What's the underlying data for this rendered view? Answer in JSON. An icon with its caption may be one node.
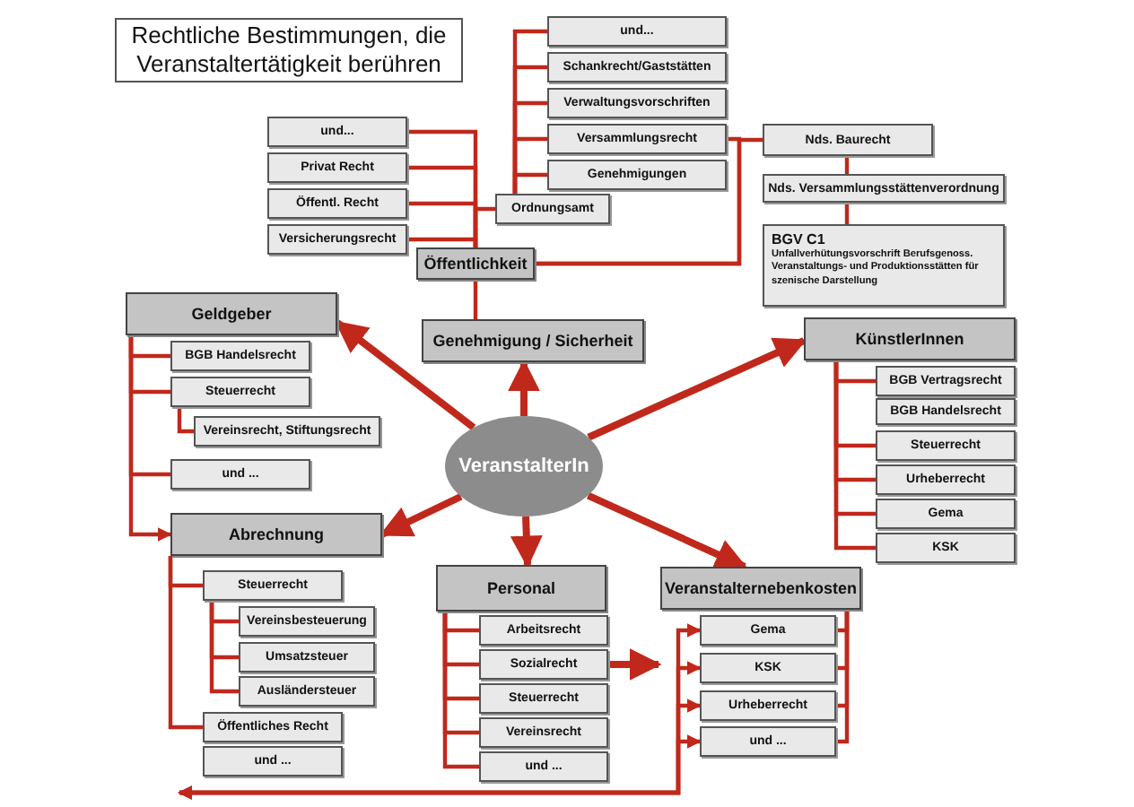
{
  "diagram": {
    "nodes": [
      {
        "text": [
          "Rechtliche Bestimmungen, die Veranstaltertätigkeit berühren"
        ]
      },
      {
        "text": [
          "und..."
        ]
      },
      {
        "text": [
          "Schankrecht/Gaststätten"
        ]
      },
      {
        "text": [
          "Verwaltungsvorschriften"
        ]
      },
      {
        "text": [
          "Versammlungsrecht"
        ]
      },
      {
        "text": [
          "Genehmigungen"
        ]
      },
      {
        "text": [
          "Ordnungsamt"
        ]
      },
      {
        "text": [
          "und..."
        ]
      },
      {
        "text": [
          "Privat Recht"
        ]
      },
      {
        "text": [
          "Öffentl. Recht"
        ]
      },
      {
        "text": [
          "Versicherungsrecht"
        ]
      },
      {
        "text": [
          "Öffentlichkeit"
        ]
      },
      {
        "text": [
          "Nds. Baurecht"
        ]
      },
      {
        "text": [
          "Nds. Versammlungsstättenverordnung"
        ]
      },
      {
        "text": [
          "BGV C1",
          "Unfallverhütungsvorschrift Berufsgenoss. Veranstaltungs- und Produktionsstätten für szenische Darstellung"
        ]
      },
      {
        "text": [
          "Genehmigung / Sicherheit"
        ]
      },
      {
        "text": [
          "VeranstalterIn"
        ]
      },
      {
        "text": [
          "Geldgeber"
        ]
      },
      {
        "text": [
          "BGB Handelsrecht"
        ]
      },
      {
        "text": [
          "Steuerrecht"
        ]
      },
      {
        "text": [
          "Vereinsrecht, Stiftungsrecht"
        ]
      },
      {
        "text": [
          "und ..."
        ]
      },
      {
        "text": [
          "KünstlerInnen"
        ]
      },
      {
        "text": [
          "BGB Vertragsrecht"
        ]
      },
      {
        "text": [
          "BGB Handelsrecht"
        ]
      },
      {
        "text": [
          "Steuerrecht"
        ]
      },
      {
        "text": [
          "Urheberrecht"
        ]
      },
      {
        "text": [
          "Gema"
        ]
      },
      {
        "text": [
          "KSK"
        ]
      },
      {
        "text": [
          "Abrechnung"
        ]
      },
      {
        "text": [
          "Steuerrecht"
        ]
      },
      {
        "text": [
          "Vereinsbesteuerung"
        ]
      },
      {
        "text": [
          "Umsatzsteuer"
        ]
      },
      {
        "text": [
          "Ausländersteuer"
        ]
      },
      {
        "text": [
          "Öffentliches Recht"
        ]
      },
      {
        "text": [
          "und ..."
        ]
      },
      {
        "text": [
          "Personal"
        ]
      },
      {
        "text": [
          "Arbeitsrecht"
        ]
      },
      {
        "text": [
          "Sozialrecht"
        ]
      },
      {
        "text": [
          "Steuerrecht"
        ]
      },
      {
        "text": [
          "Vereinsrecht"
        ]
      },
      {
        "text": [
          "und ..."
        ]
      },
      {
        "text": [
          "Veranstalternebenkosten"
        ]
      },
      {
        "text": [
          "Gema"
        ]
      },
      {
        "text": [
          "KSK"
        ]
      },
      {
        "text": [
          "Urheberrecht"
        ]
      },
      {
        "text": [
          "und ..."
        ]
      }
    ],
    "edges": [
      {
        "from": 6,
        "to": 1,
        "arrow": "none"
      },
      {
        "from": 6,
        "to": 2,
        "arrow": "none"
      },
      {
        "from": 6,
        "to": 3,
        "arrow": "none"
      },
      {
        "from": 6,
        "to": 4,
        "arrow": "none"
      },
      {
        "from": 6,
        "to": 5,
        "arrow": "none"
      },
      {
        "from": 11,
        "to": 7,
        "arrow": "none"
      },
      {
        "from": 11,
        "to": 8,
        "arrow": "none"
      },
      {
        "from": 11,
        "to": 9,
        "arrow": "none"
      },
      {
        "from": 11,
        "to": 10,
        "arrow": "none"
      },
      {
        "from": 11,
        "to": 6,
        "arrow": "none"
      },
      {
        "from": 11,
        "to": 4,
        "arrow": "none"
      },
      {
        "from": 11,
        "to": 12,
        "arrow": "none"
      },
      {
        "from": 12,
        "to": 13,
        "arrow": "none"
      },
      {
        "from": 13,
        "to": 14,
        "arrow": "none"
      },
      {
        "from": 15,
        "to": 11,
        "arrow": "none"
      },
      {
        "from": 16,
        "to": 17,
        "arrow": "to",
        "style": "thick"
      },
      {
        "from": 16,
        "to": 15,
        "arrow": "to",
        "style": "thick"
      },
      {
        "from": 16,
        "to": 22,
        "arrow": "to",
        "style": "thick"
      },
      {
        "from": 16,
        "to": 29,
        "arrow": "to",
        "style": "thick"
      },
      {
        "from": 16,
        "to": 36,
        "arrow": "to",
        "style": "thick"
      },
      {
        "from": 16,
        "to": 42,
        "arrow": "to",
        "style": "thick"
      },
      {
        "from": 17,
        "to": 18,
        "arrow": "none"
      },
      {
        "from": 17,
        "to": 19,
        "arrow": "none"
      },
      {
        "from": 17,
        "to": 21,
        "arrow": "none"
      },
      {
        "from": 19,
        "to": 20,
        "arrow": "none"
      },
      {
        "from": 17,
        "to": 29,
        "arrow": "to"
      },
      {
        "from": 22,
        "to": 23,
        "arrow": "none"
      },
      {
        "from": 22,
        "to": 25,
        "arrow": "none"
      },
      {
        "from": 22,
        "to": 26,
        "arrow": "none"
      },
      {
        "from": 22,
        "to": 27,
        "arrow": "none"
      },
      {
        "from": 22,
        "to": 28,
        "arrow": "none"
      },
      {
        "from": 29,
        "to": 30,
        "arrow": "none"
      },
      {
        "from": 29,
        "to": 34,
        "arrow": "none"
      },
      {
        "from": 30,
        "to": 31,
        "arrow": "none"
      },
      {
        "from": 30,
        "to": 32,
        "arrow": "none"
      },
      {
        "from": 30,
        "to": 33,
        "arrow": "none"
      },
      {
        "from": 36,
        "to": 37,
        "arrow": "none"
      },
      {
        "from": 36,
        "to": 38,
        "arrow": "none"
      },
      {
        "from": 36,
        "to": 39,
        "arrow": "none"
      },
      {
        "from": 36,
        "to": 40,
        "arrow": "none"
      },
      {
        "from": 36,
        "to": 41,
        "arrow": "none"
      },
      {
        "from": 42,
        "to": 43,
        "arrow": "none"
      },
      {
        "from": 42,
        "to": 44,
        "arrow": "none"
      },
      {
        "from": 42,
        "to": 45,
        "arrow": "none"
      },
      {
        "from": 42,
        "to": 46,
        "arrow": "none"
      },
      {
        "from": 35,
        "to": 43,
        "arrow": "both"
      },
      {
        "from": 35,
        "to": 44,
        "arrow": "both"
      },
      {
        "from": 35,
        "to": 45,
        "arrow": "both"
      },
      {
        "from": 35,
        "to": 46,
        "arrow": "both"
      },
      {
        "from": 38,
        "to": 44,
        "arrow": "to",
        "style": "thick"
      }
    ]
  }
}
